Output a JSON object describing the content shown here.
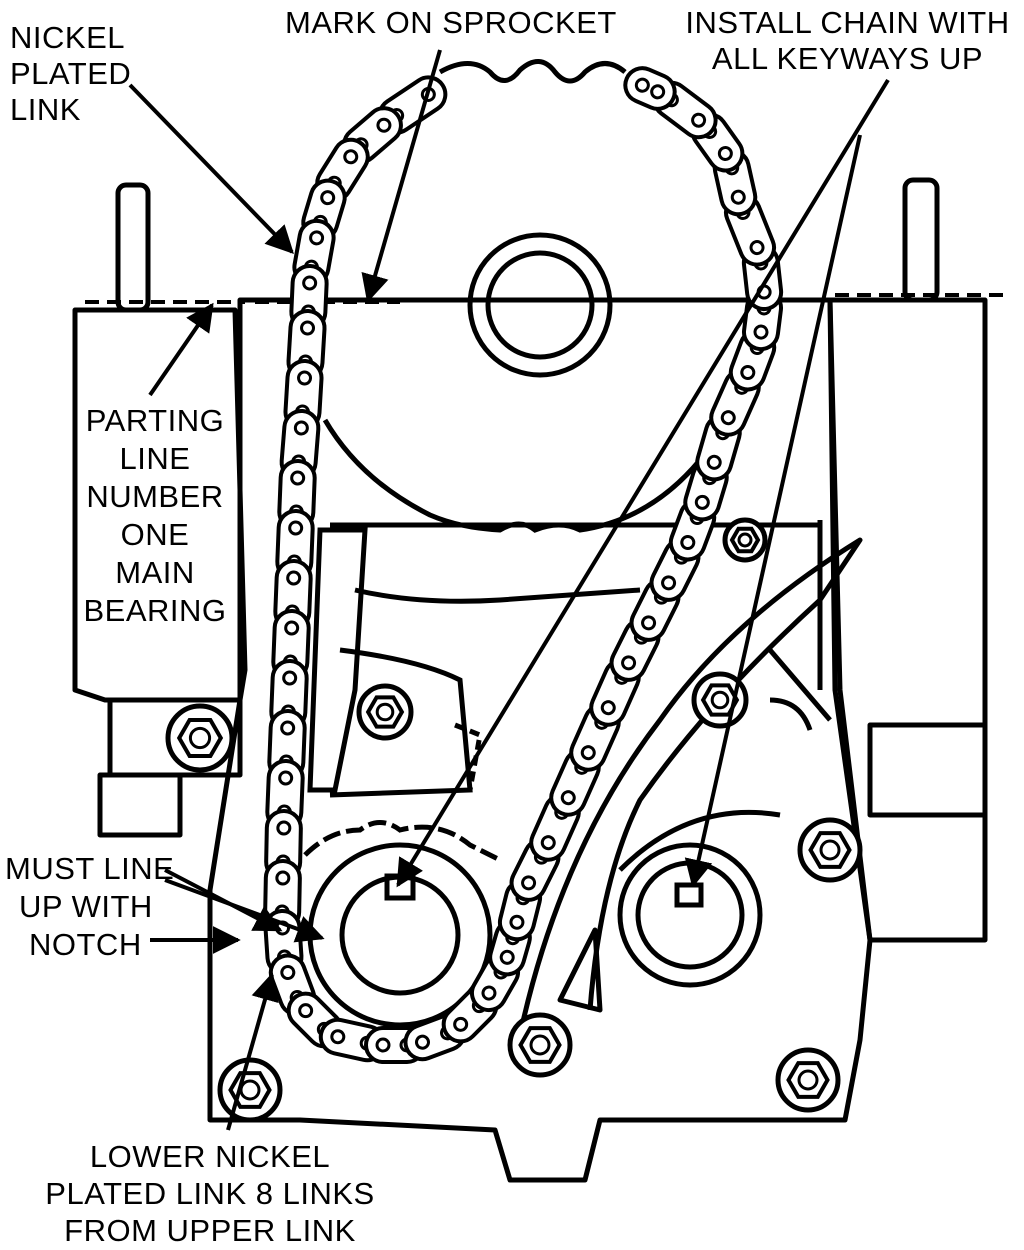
{
  "labels": {
    "nickel_plated_link": [
      "NICKEL",
      "PLATED",
      "LINK"
    ],
    "mark_on_sprocket": "MARK ON SPROCKET",
    "install_chain": [
      "INSTALL CHAIN WITH",
      "ALL KEYWAYS UP"
    ],
    "parting_line": [
      "PARTING",
      "LINE",
      "NUMBER",
      "ONE",
      "MAIN",
      "BEARING"
    ],
    "must_line_up": [
      "MUST LINE",
      "UP WITH",
      "NOTCH"
    ],
    "lower_nickel": [
      "LOWER NICKEL",
      "PLATED LINK 8 LINKS",
      "FROM UPPER LINK"
    ]
  }
}
